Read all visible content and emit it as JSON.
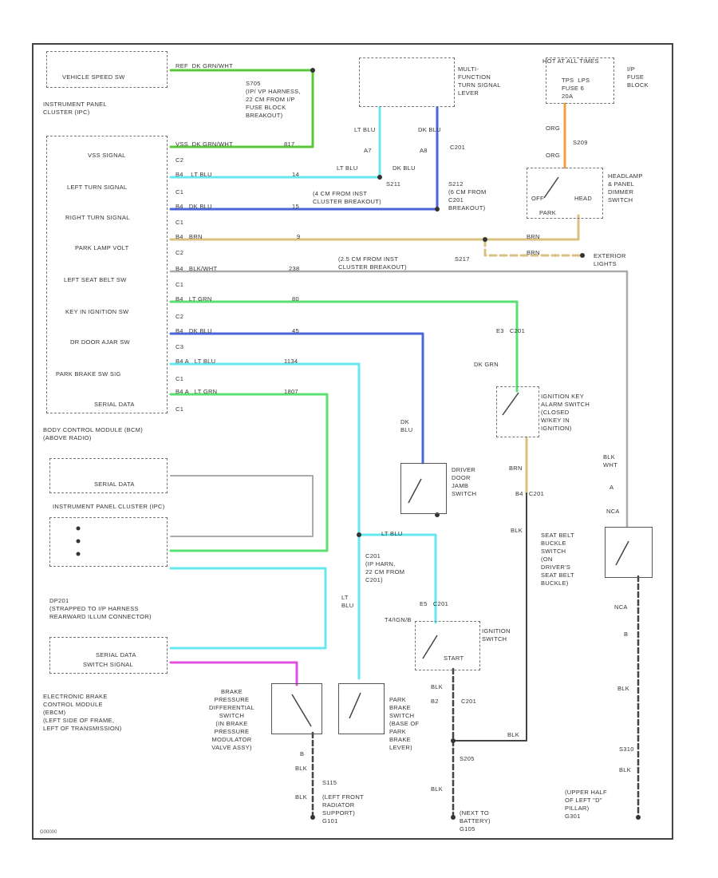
{
  "left_column": {
    "vss_box": "VEHICLE SPEED SW",
    "ipc_top": "INSTRUMENT PANEL\nCLUSTER (IPC)",
    "signals": [
      "VSS SIGNAL",
      "LEFT TURN SIGNAL",
      "RIGHT TURN SIGNAL",
      "PARK LAMP VOLT",
      "LEFT SEAT BELT SW",
      "KEY IN IGNITION SW",
      "DR DOOR AJAR SW",
      "PARK BRAKE SW SIG",
      "SERIAL DATA"
    ],
    "bcm": "BODY CONTROL MODULE (BCM)\n(ABOVE RADIO)",
    "serial_data_box": "SERIAL DATA",
    "ipc_mid": "INSTRUMENT PANEL CLUSTER (IPC)",
    "dp201": "DP201\n(STRAPPED TO I/P HARNESS\nREARWARD ILLUM CONNECTOR)",
    "ebcm_serial": "SERIAL DATA",
    "ebcm_switch": "SWITCH SIGNAL",
    "ebcm": "ELECTRONIC BRAKE\nCONTROL MODULE\n(EBCM)\n(LEFT SIDE OF FRAME,\nLEFT OF TRANSMISSION)"
  },
  "wire_tags": {
    "w1": "REF  DK GRN/WHT",
    "w2": "VSS  DK GRN/WHT",
    "w3": "B4    LT BLU",
    "w4": "B4   DK BLU",
    "w5": "B4   BRN",
    "w6": "B4   BLK/WHT",
    "w7": "B4   LT GRN",
    "w8": "B4   DK BLU",
    "w9": "B4 A   LT BLU",
    "w10": "B4 A   LT GRN",
    "c2a": "C2",
    "c1a": "C1",
    "c1b": "C1",
    "c2b": "C2",
    "c1c": "C1",
    "c2c": "C2",
    "c3a": "C3",
    "c1d": "C1",
    "c1e": "C1",
    "n_vss": "817",
    "n_lt": "14",
    "n_rt": "15",
    "n_park": "9",
    "n_belt": "238",
    "n_key": "80",
    "n_door": "45",
    "n_brake": "1134",
    "n_serial": "1807"
  },
  "top_center": {
    "s705": "S705\n(IP/ VP HARNESS,\n22 CM FROM I/P\nFUSE BLOCK\nBREAKOUT)",
    "multifunction": "MULTI-\nFUNCTION\nTURN SIGNAL\nLEVER",
    "ltblu": "LT BLU",
    "dkblu": "DK BLU",
    "a7": "A7",
    "a8": "A8",
    "c201": "C201",
    "s211": "S211",
    "s212": "S212\n(6 CM FROM\nC201\nBREAKOUT)",
    "ltblu2": "LT BLU",
    "dkblu2": "DK BLU",
    "s211_note": "(4 CM FROM INST\nCLUSTER BREAKOUT)",
    "s217": "S217",
    "s217_note": "(2.5 CM FROM INST\nCLUSTER BREAKOUT)"
  },
  "top_right": {
    "hot": "HOT AT ALL TIMES",
    "fuse": "TPS  LPS\nFUSE 6\n20A",
    "ip_fuse": "I/P\nFUSE\nBLOCK",
    "org1": "ORG",
    "s209": "S209",
    "org2": "ORG",
    "headlamp": "HEADLAMP\n& PANEL\nDIMMER\nSWITCH",
    "off": "OFF",
    "head": "HEAD",
    "park": "PARK",
    "brn1": "BRN",
    "brn2": "BRN",
    "exterior": "EXTERIOR\nLIGHTS"
  },
  "middle": {
    "e3_c201": "E3   C201",
    "dk_grn": "DK GRN",
    "ign_key": "IGNITION KEY\nALARM SWITCH\n(CLOSED\nW/KEY IN\nIGNITION)",
    "dk_blu": "DK\nBLU",
    "door_jamb": "DRIVER\nDOOR\nJAMB\nSWITCH",
    "brn": "BRN",
    "b4_c201": "B4   C201",
    "blk": "BLK",
    "blk_wht": "BLK\nWHT",
    "a": "A",
    "nca": "NCA",
    "seat_belt": "SEAT BELT\nBUCKLE\nSWITCH\n(ON\nDRIVER'S\nSEAT BELT\nBUCKLE)",
    "nca2": "NCA",
    "b": "B",
    "blk2": "BLK",
    "lt_blu": "LT BLU",
    "c201n": "C201\n(IP HARN,\n22 CM FROM\nC201)",
    "lt_blu_v": "LT\nBLU",
    "e5_c201": "E5   C201",
    "t4": "T4/IGN/B",
    "ign_switch": "IGNITION\nSWITCH",
    "start": "START"
  },
  "bottom": {
    "brake_press": "BRAKE\nPRESSURE\nDIFFERENTIAL\nSWITCH\n(IN BRAKE\nPRESSURE\nMODULATOR\nVALVE ASSY)",
    "park_brake": "PARK\nBRAKE\nSWITCH\n(BASE OF\nPARK\nBRAKE\nLEVER)",
    "b_lbl": "B",
    "blk_a": "BLK",
    "s115": "S115",
    "blk_b": "BLK",
    "g101": "(LEFT FRONT\nRADIATOR\nSUPPORT)\nG101",
    "blk_c": "BLK",
    "b2": "B2",
    "c201b": "C201",
    "blk_d": "BLK",
    "s205": "S205",
    "blk_e": "BLK",
    "g105": "(NEXT TO\nBATTERY)\nG105",
    "s310": "S310",
    "blk_f": "BLK",
    "g301": "(UPPER HALF\nOF LEFT \"D\"\nPILLAR)\nG301",
    "foot": "G00000"
  },
  "colors": {
    "dk_grn_wht": "#58c838",
    "lt_blu": "#66e8f0",
    "dk_blu": "#4a66d8",
    "brn": "#d8c080",
    "lt_grn": "#58e070",
    "org": "#f0a040",
    "ppl": "#e050e0",
    "blk": "#444444",
    "gray": "#aaaaaa"
  }
}
